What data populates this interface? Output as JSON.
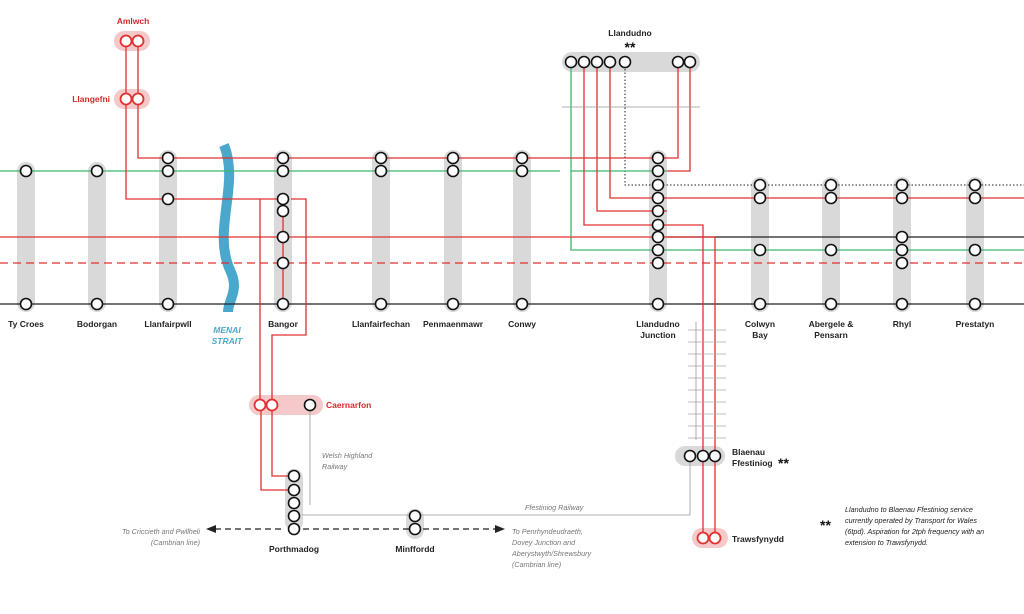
{
  "stations": {
    "ty_croes": "Ty Croes",
    "bodorgan": "Bodorgan",
    "llanfairpwll": "Llanfairpwll",
    "bangor": "Bangor",
    "llanfairfechan": "Llanfairfechan",
    "penmaenmawr": "Penmaenmawr",
    "conwy": "Conwy",
    "llandudno_junction_1": "Llandudno",
    "llandudno_junction_2": "Junction",
    "colwyn_bay_1": "Colwyn",
    "colwyn_bay_2": "Bay",
    "abergele_1": "Abergele &",
    "abergele_2": "Pensarn",
    "rhyl": "Rhyl",
    "prestatyn": "Prestatyn",
    "llandudno": "Llandudno",
    "amlwch": "Amlwch",
    "llangefni": "Llangefni",
    "caernarfon": "Caernarfon",
    "porthmadog": "Porthmadog",
    "minffordd": "Minffordd",
    "blaenau_1": "Blaenau",
    "blaenau_2": "Ffestiniog",
    "trawsfynydd": "Trawsfynydd"
  },
  "labels": {
    "menai_1": "MENAI",
    "menai_2": "STRAIT",
    "welsh_highland_1": "Welsh Highland",
    "welsh_highland_2": "Railway",
    "ffestiniog_railway": "Ffestiniog Railway",
    "to_criccieth_1": "To Criccieth and Pwllheli",
    "to_criccieth_2": "(Cambrian line)",
    "to_penrhyn_1": "To Penrhyndeudraeth,",
    "to_penrhyn_2": "Dovey Junction and",
    "to_penrhyn_3": "Aberystwyth/Shrewsbury",
    "to_penrhyn_4": "(Cambrian line)",
    "stars": "**",
    "footnote_1": "Llandudno to Blaenau Ffestiniog service",
    "footnote_2": "currently operated by Transport for Wales",
    "footnote_3": "(6tpd). Aspiration for 2tph frequency with an",
    "footnote_4": "extension to Trawsfynydd."
  },
  "colors": {
    "red_line": "#e03030",
    "green_line": "#3cb86a",
    "black_line": "#222222",
    "grey_line": "#888888",
    "platform": "#d9d9d9",
    "strait": "#4aa8cc",
    "new_station": "#d62828"
  }
}
